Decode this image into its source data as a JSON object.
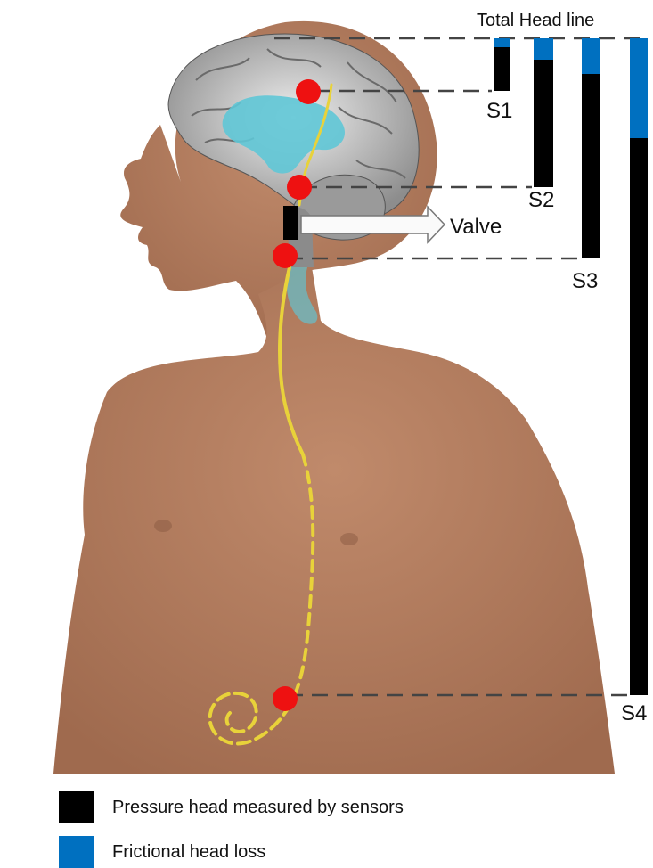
{
  "diagram": {
    "title": "Total Head line",
    "valve_label": "Valve",
    "sensors": [
      {
        "id": "s1",
        "label": "S1"
      },
      {
        "id": "s2",
        "label": "S2"
      },
      {
        "id": "s3",
        "label": "S3"
      },
      {
        "id": "s4",
        "label": "S4"
      }
    ]
  },
  "legend": {
    "items": [
      {
        "label": "Pressure head measured by sensors",
        "color": "#000000"
      },
      {
        "label": "Frictional head loss",
        "color": "#0070c0"
      }
    ]
  },
  "colors": {
    "skin": "#b07a5c",
    "shunt": "#e8d23a",
    "sensor": "#ee1111",
    "ventricles": "#5fc6d6",
    "pressure": "#000000",
    "friction": "#0070c0",
    "dash": "#444444"
  },
  "icons": [
    "sensor-dot-icon",
    "valve-icon",
    "arrow-right-icon"
  ]
}
